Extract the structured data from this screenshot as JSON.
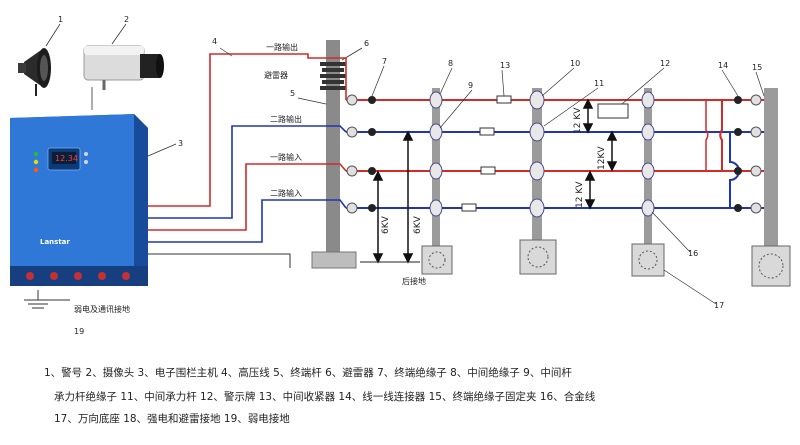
{
  "callouts": [
    "1",
    "2",
    "3",
    "4",
    "5",
    "6",
    "7",
    "8",
    "9",
    "10",
    "11",
    "12",
    "13",
    "14",
    "15",
    "16",
    "17",
    "19"
  ],
  "wire_labels": {
    "out1": "一路输出",
    "arrester": "避雷器",
    "out2": "二路输出",
    "in1": "一路输入",
    "in2": "二路输入"
  },
  "voltage_labels": {
    "v6a": "6KV",
    "v6b": "6KV",
    "v12a": "12 KV",
    "v12b": "12KV",
    "v12c": "12 KV"
  },
  "ground_labels": {
    "strong": "后接地",
    "weak": "弱电及通讯接地"
  },
  "controller": {
    "brand": "Lanstar",
    "display": "12.34"
  },
  "legend": {
    "line1": "1、警号  2、摄像头  3、电子围栏主机   4、高压线   5、终端杆   6、避雷器   7、终端绝缘子   8、中间绝缘子   9、中间杆",
    "line2": "承力杆绝缘子    11、中间承力杆  12、警示牌  13、中间收紧器   14、线一线连接器    15、终端绝缘子固定夹  16、合金线",
    "line3": "17、万向底座   18、强电和避雷接地   19、弱电接地"
  },
  "colors": {
    "red_wire": "#d42a2a",
    "blue_wire": "#2035b5",
    "post": "#8a8a8a",
    "controller": "#2a6fcf"
  }
}
